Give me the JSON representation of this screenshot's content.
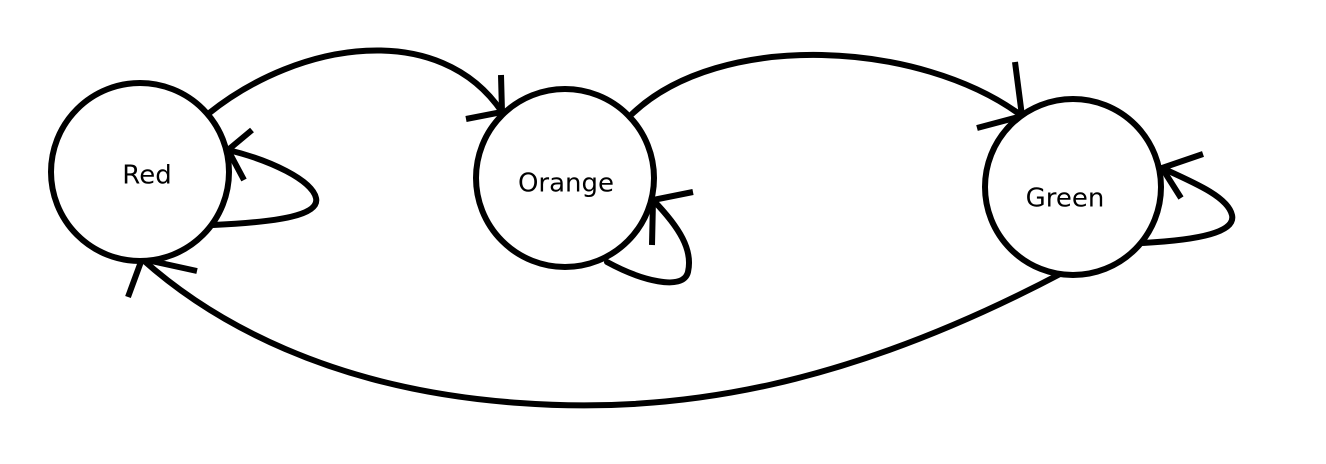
{
  "diagram": {
    "states": [
      {
        "label": "Red"
      },
      {
        "label": "Orange"
      },
      {
        "label": "Green"
      }
    ]
  }
}
